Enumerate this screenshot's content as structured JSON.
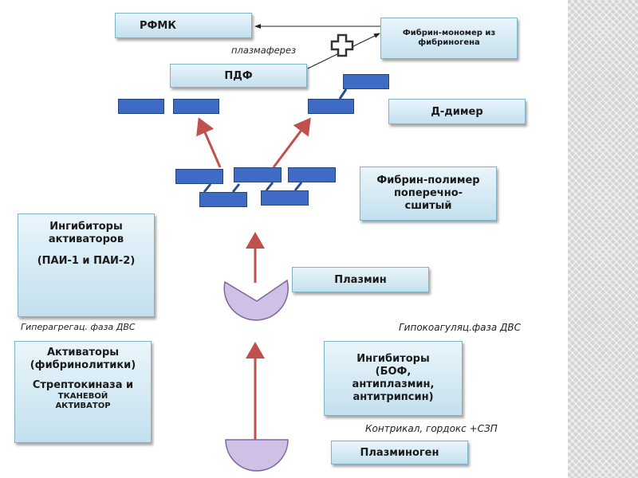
{
  "labels": {
    "rfmk": "РФМК",
    "fibrin_monomer": "Фибрин-мономер из фибриногена",
    "plasmapheresis": "плазмаферез",
    "pdf": "ПДФ",
    "d_dimer": "Д-димер",
    "fibrin_polymer": [
      "Фибрин-полимер",
      "поперечно-",
      "сшитый"
    ],
    "activator_inhibitors": [
      "Ингибиторы",
      "активаторов",
      "(ПАИ-1 и ПАИ-2)"
    ],
    "plasmin": "Плазмин",
    "hypercoag_phase": "Гиперагрегац. фаза ДВС",
    "hypocoag_phase": "Гипокоагуляц.фаза ДВС",
    "activators": [
      "Активаторы",
      "(фибринолитики)",
      "Стрептокиназа и",
      "ТКАНЕВОЙ",
      "АКТИВАТОР"
    ],
    "inhibitors": [
      "Ингибиторы",
      "(БОФ,",
      "антиплазмин,",
      "антитрипсин)"
    ],
    "contrical": "Контрикал, гордокс +СЗП",
    "plasminogen": "Плазминоген"
  },
  "colors": {
    "label_fill": "#c3e0ee",
    "label_border": "#7fb3c7",
    "block_fill": "#3f6bc4",
    "arrow_red": "#c0504d",
    "pacman_fill": "#cfc0e6",
    "pacman_stroke": "#8064a2"
  },
  "icons": [
    "plus-cross-icon",
    "red-arrow-icon",
    "pacman-enzyme-icon",
    "fibrin-block-icon"
  ]
}
